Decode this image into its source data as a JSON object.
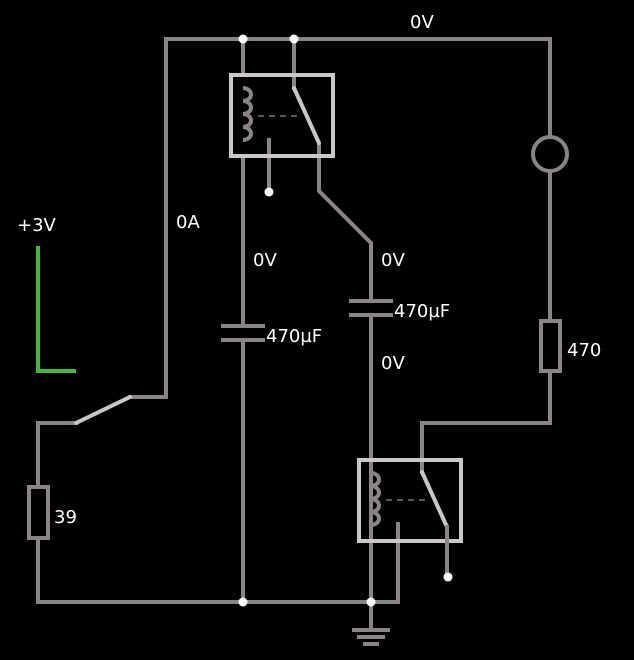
{
  "labels": {
    "source_voltage": "+3V",
    "ammeter_current": "0A",
    "top_rail_voltage": "0V",
    "cap1_top_voltage": "0V",
    "cap1_value": "470µF",
    "cap2_top_voltage": "0V",
    "cap2_value": "470µF",
    "cap2_bottom_voltage": "0V",
    "resistor_470_value": "470",
    "resistor_39_value": "39"
  },
  "colors": {
    "wire": "#8a8584",
    "relay_box": "#c8c8c8",
    "node": "#ffffff",
    "source_indicator": "#3dbb3d",
    "background": "#000000"
  },
  "components": {
    "switch_state": "open",
    "relay_top": "energized",
    "relay_bottom": "energized"
  }
}
